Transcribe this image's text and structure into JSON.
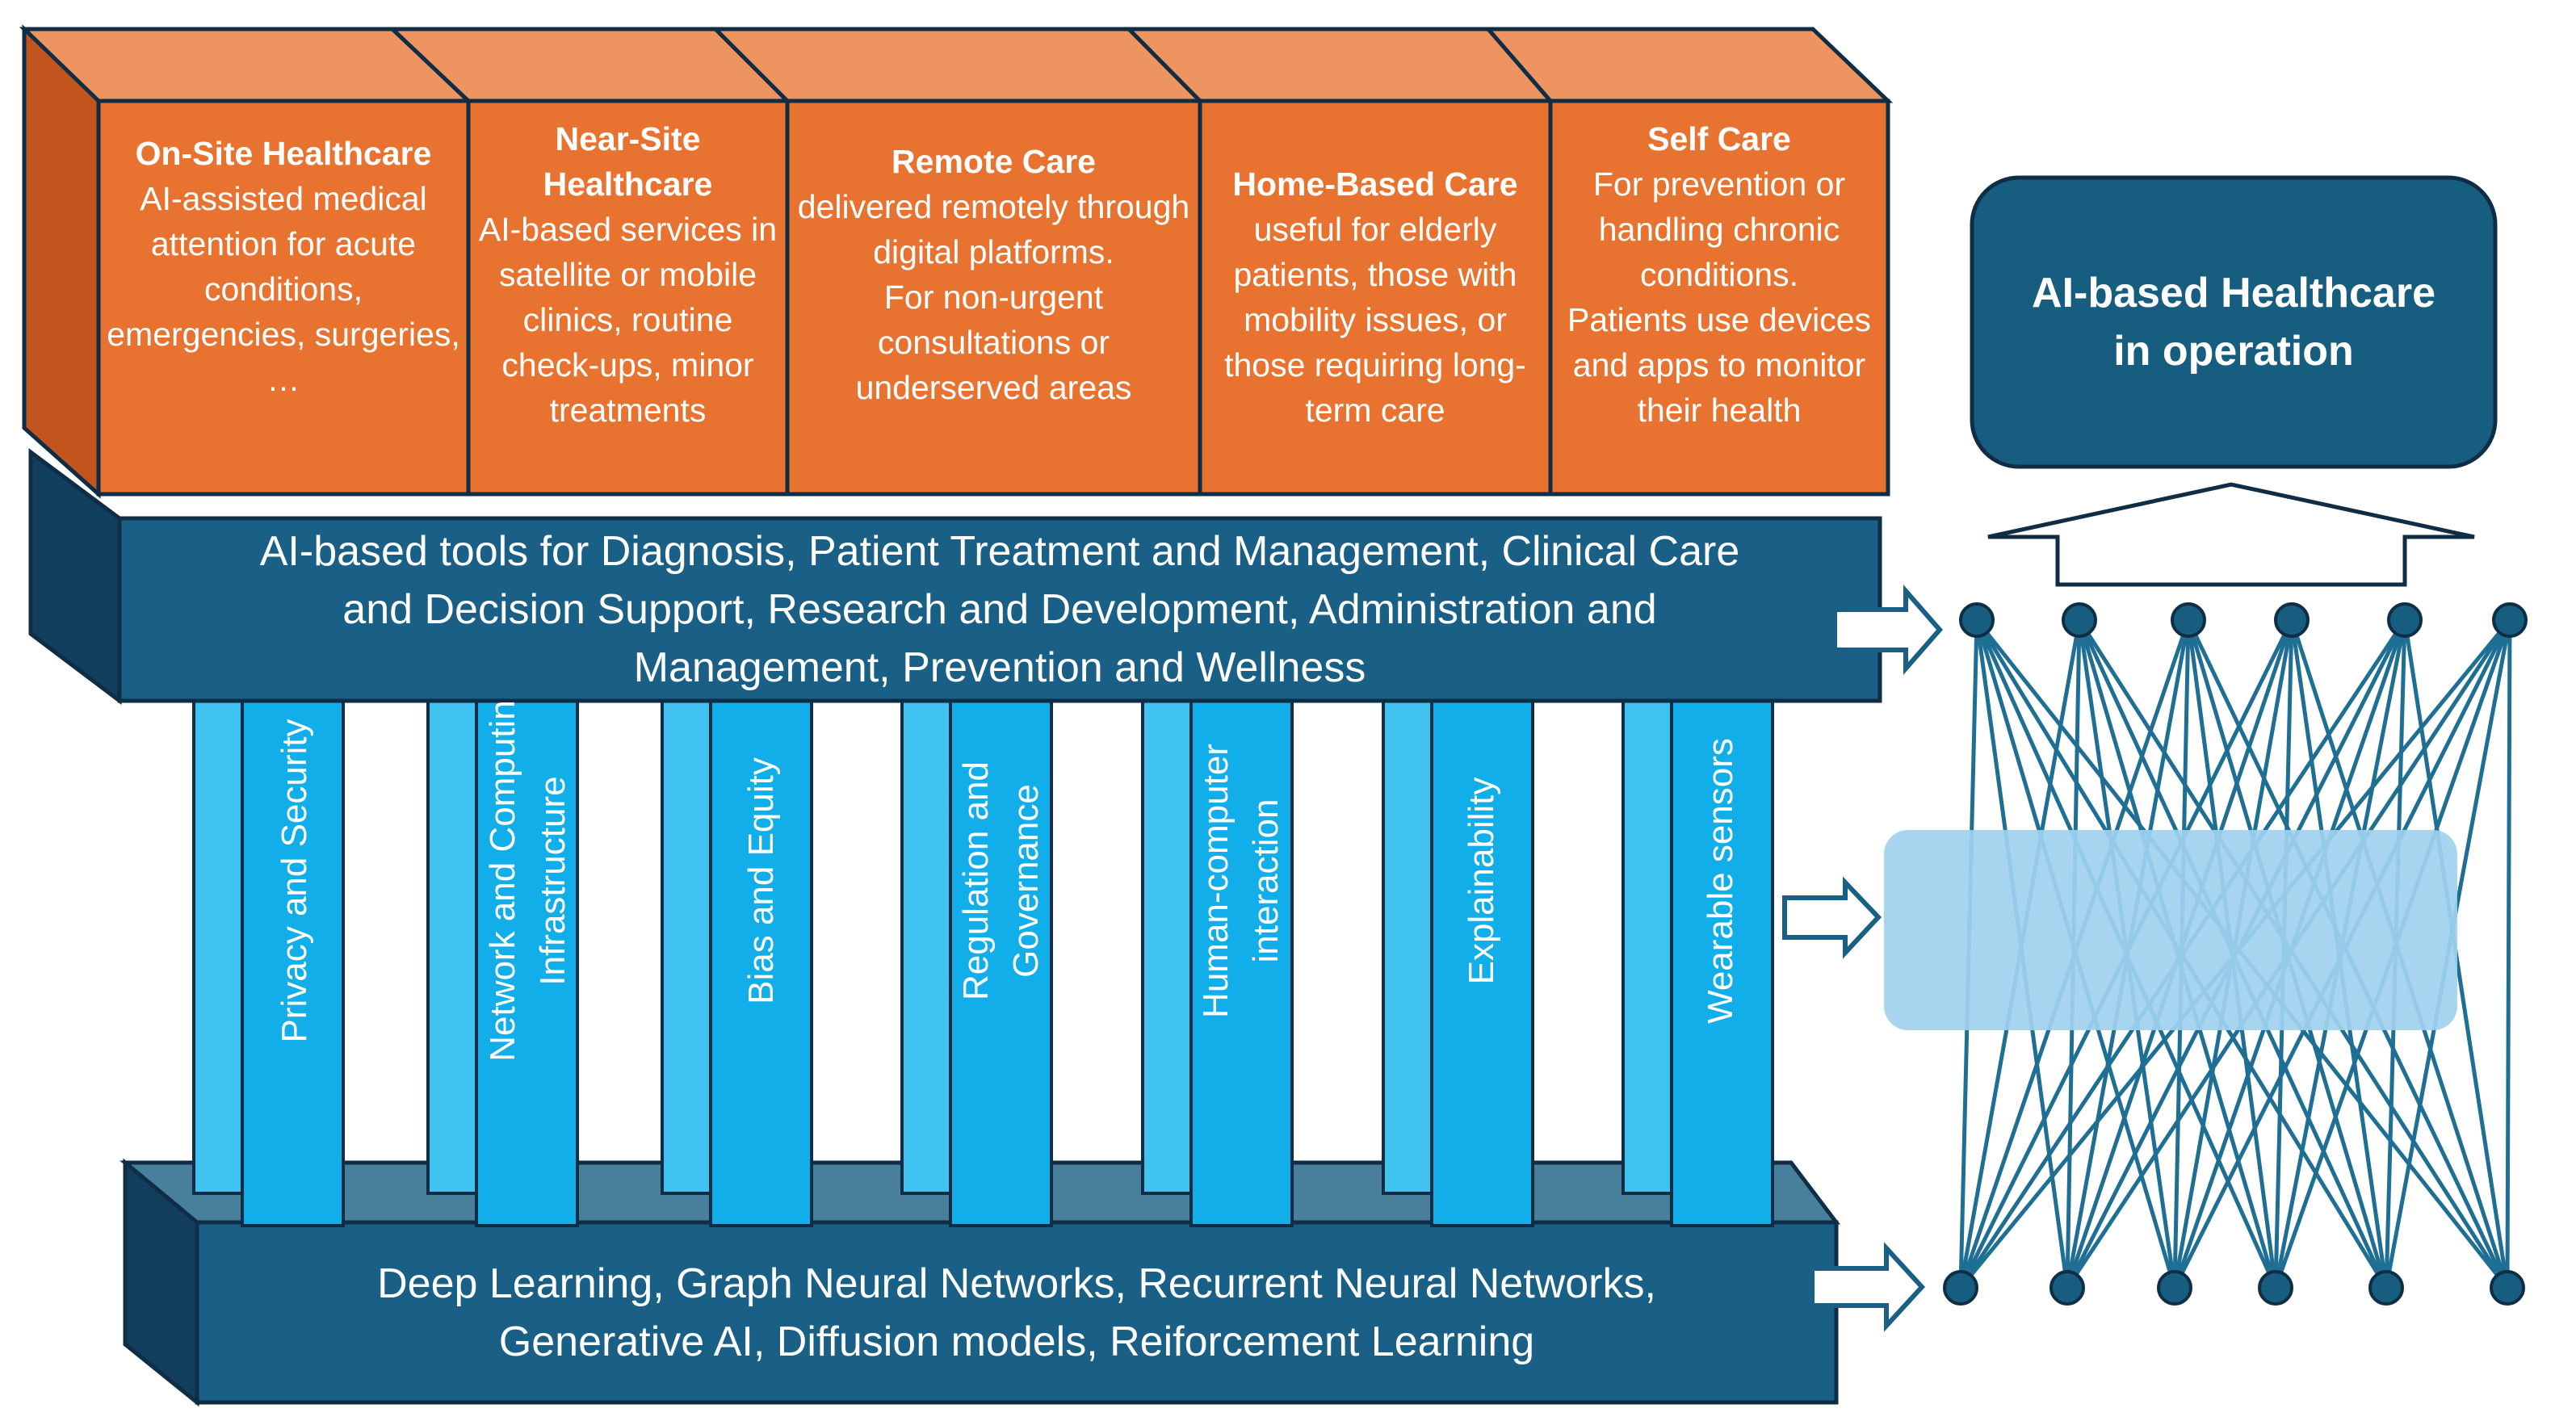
{
  "care_types": [
    {
      "title": "On-Site Healthcare",
      "body": "AI-assisted medical attention for acute conditions, emergencies, surgeries, …"
    },
    {
      "title": "Near-Site Healthcare",
      "body": "AI-based services in satellite or mobile clinics, routine check-ups, minor treatments"
    },
    {
      "title": "Remote Care",
      "body": "delivered remotely through digital platforms.\nFor non-urgent consultations or underserved areas"
    },
    {
      "title": "Home-Based Care",
      "body": "useful for elderly patients, those with mobility issues, or those requiring long-term care"
    },
    {
      "title": "Self Care",
      "body": "For prevention or handling chronic conditions.\nPatients use devices and apps to monitor their health"
    }
  ],
  "tools_band": {
    "text": "AI-based tools for Diagnosis, Patient Treatment and Management, Clinical Care\nand Decision Support, Research and Development, Administration and\nManagement,  Prevention and Wellness"
  },
  "pillars": [
    {
      "label": "Privacy and Security"
    },
    {
      "label": "Network and Computin\nInfrastructure"
    },
    {
      "label": "Bias and Equity"
    },
    {
      "label": "Regulation and\nGovernance"
    },
    {
      "label": "Human-computer\ninteraction"
    },
    {
      "label": "Explainability"
    },
    {
      "label": "Wearable sensors"
    }
  ],
  "foundation_band": {
    "text": "Deep Learning, Graph Neural Networks, Recurrent Neural Networks,\nGenerative AI, Diffusion models, Reiforcement Learning"
  },
  "operation_box": {
    "text": "AI-based Healthcare\nin operation"
  },
  "colors": {
    "orange_front": "#E87330",
    "orange_top": "#EE9460",
    "orange_side": "#C2551E",
    "navy": "#1A5F86",
    "navy_top": "#2C7AA0",
    "navy_dark": "#103E5C",
    "outline": "#0F2D44",
    "pillar_front": "#12AEEA",
    "pillar_side": "#40C2F0",
    "hidden_layer": "#9FD1EF",
    "op_box": "#175D7F"
  }
}
